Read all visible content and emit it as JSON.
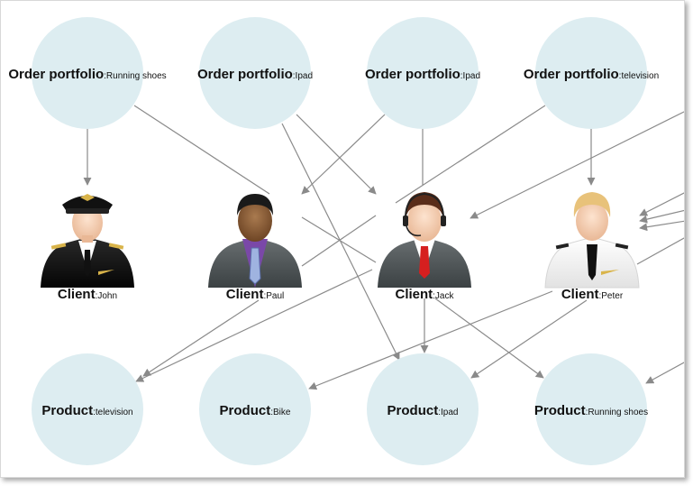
{
  "orders": [
    {
      "title": "Order portfolio",
      "detail": ":Running shoes"
    },
    {
      "title": "Order portfolio",
      "detail": ":Ipad"
    },
    {
      "title": "Order portfolio",
      "detail": ":Ipad"
    },
    {
      "title": "Order portfolio",
      "detail": ":television"
    }
  ],
  "clients": [
    {
      "title": "Client",
      "detail": ":John",
      "icon": "pilot-icon"
    },
    {
      "title": "Client",
      "detail": ":Paul",
      "icon": "businessman-icon"
    },
    {
      "title": "Client",
      "detail": ":Jack",
      "icon": "support-agent-icon"
    },
    {
      "title": "Client",
      "detail": ":Peter",
      "icon": "officer-icon"
    }
  ],
  "products": [
    {
      "title": "Product",
      "detail": ":television"
    },
    {
      "title": "Product",
      "detail": ":Bike"
    },
    {
      "title": "Product",
      "detail": ":Ipad"
    },
    {
      "title": "Product",
      "detail": ":Running shoes"
    }
  ],
  "colors": {
    "node_fill": "#ddedf1",
    "connector": "#8a8a8a"
  }
}
